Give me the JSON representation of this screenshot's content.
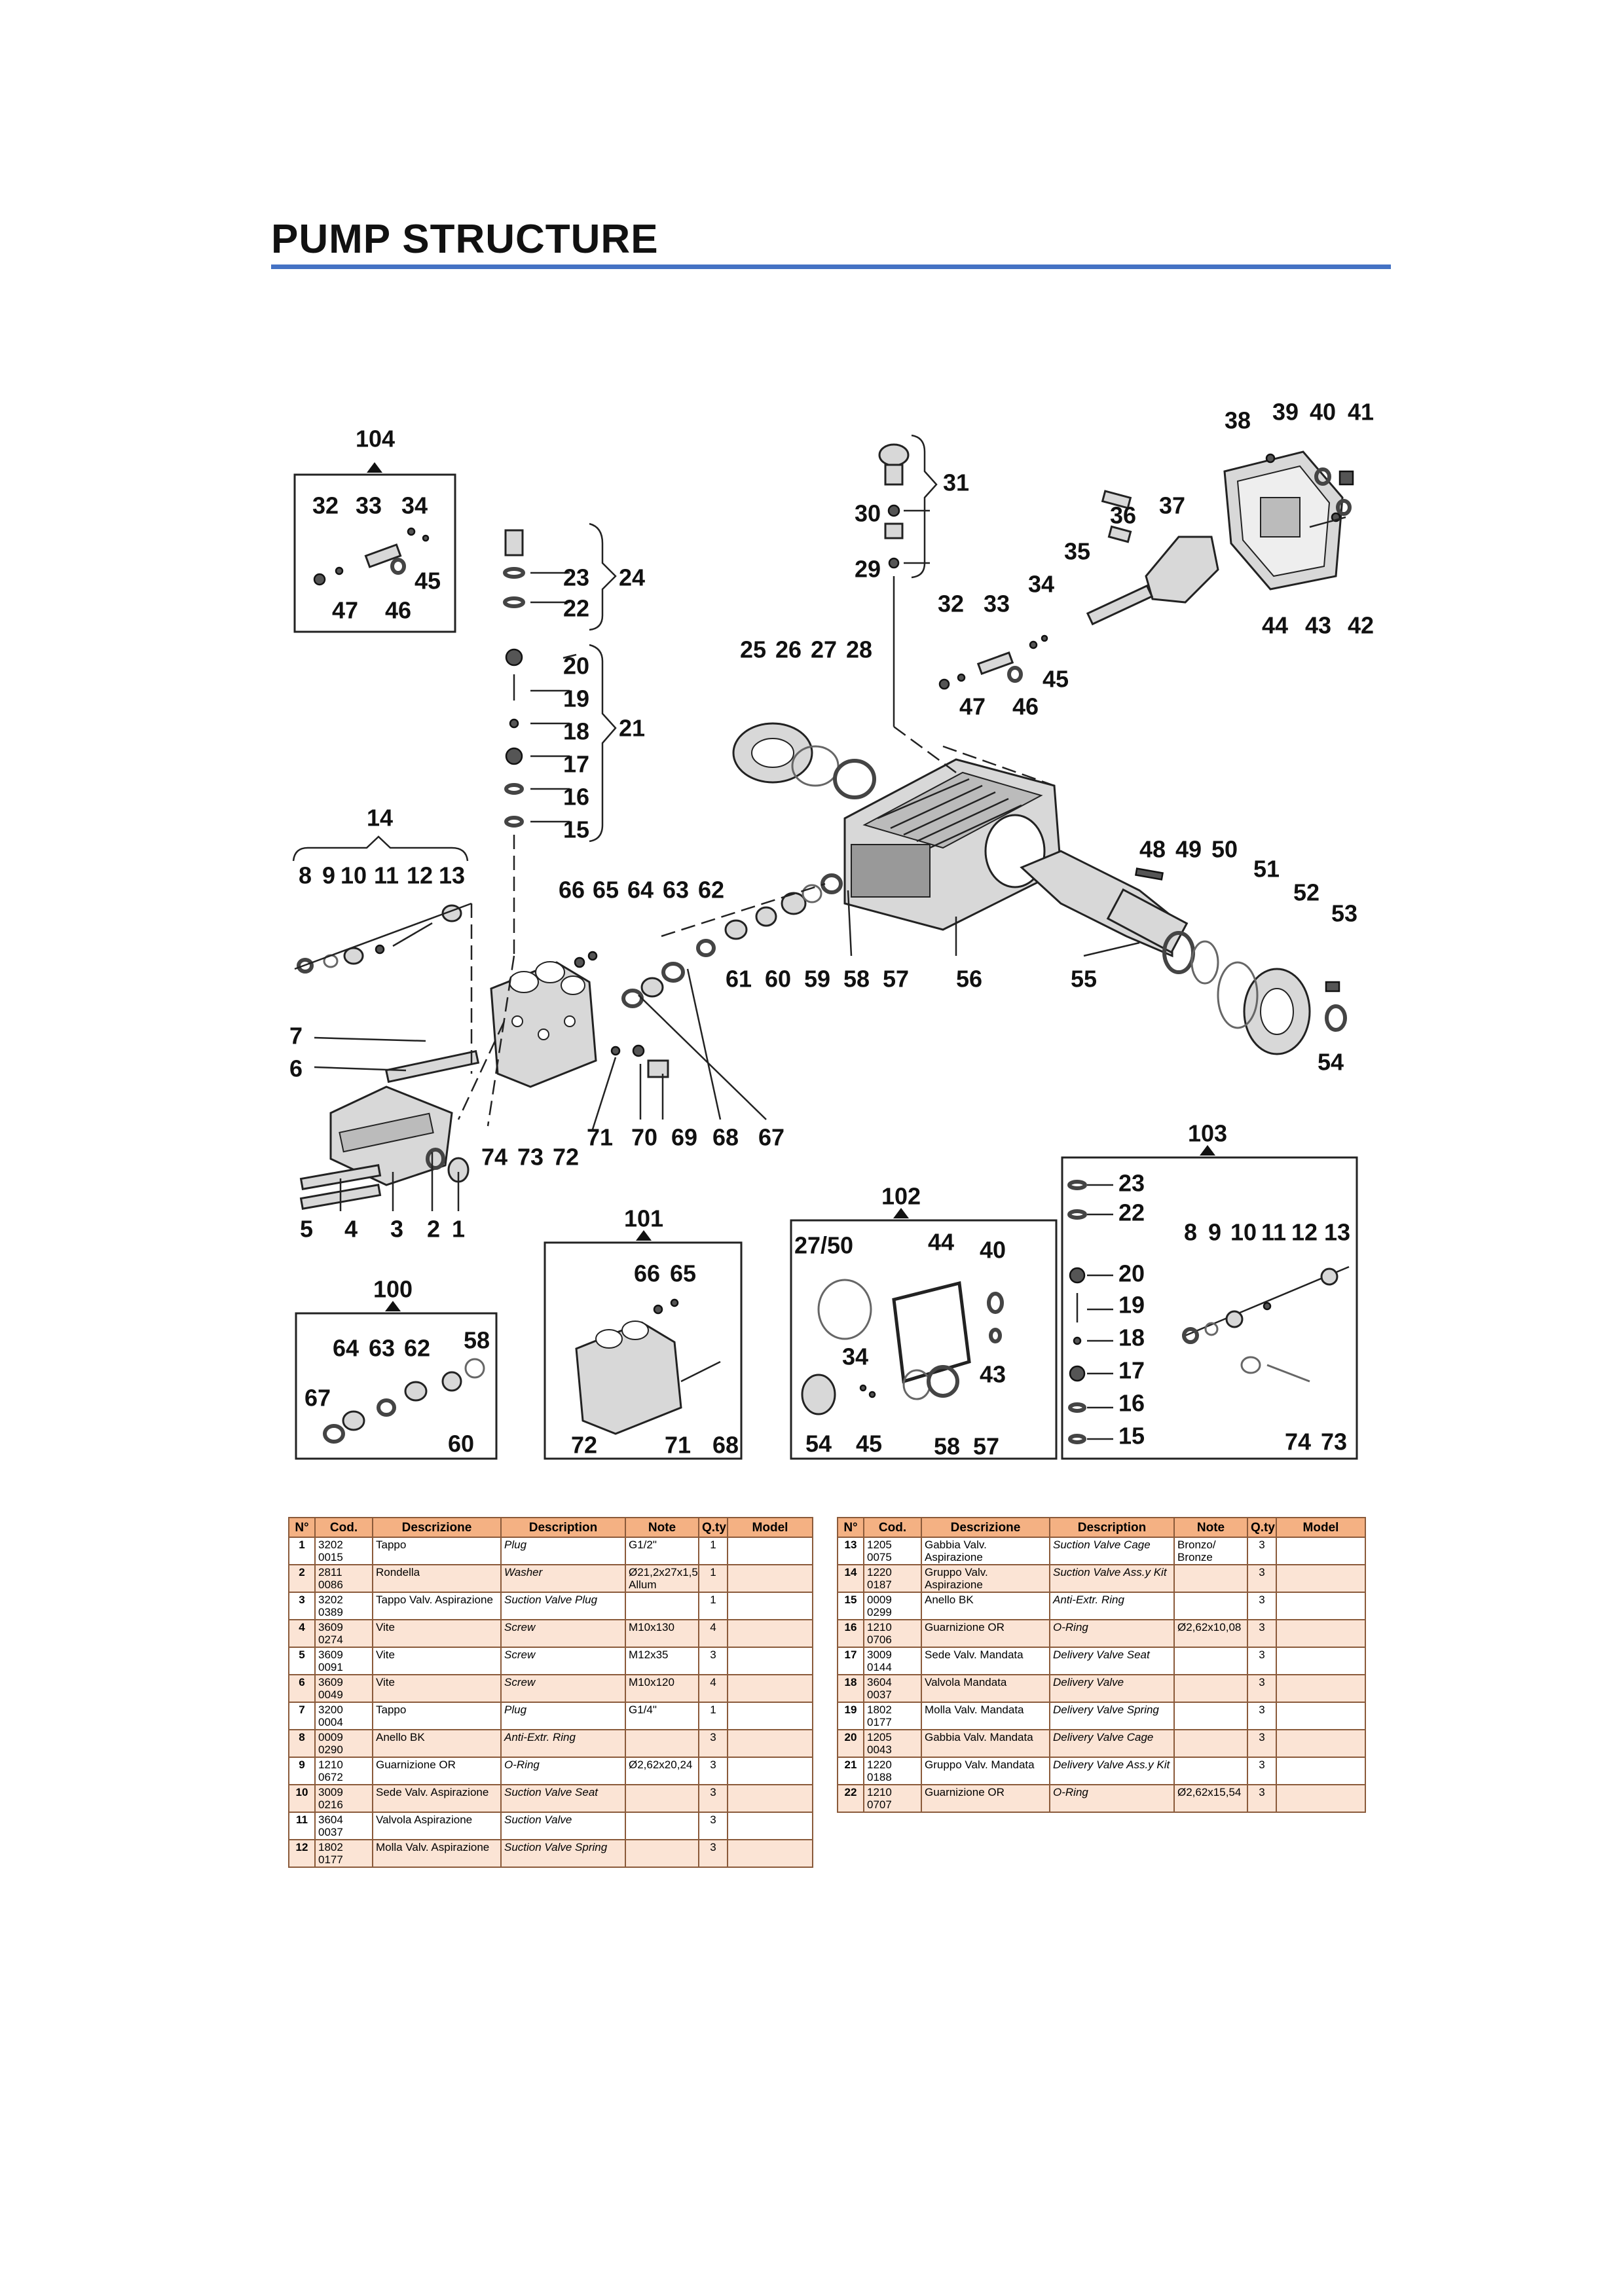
{
  "page": {
    "title": "PUMP STRUCTURE"
  },
  "diagram": {
    "callouts": [
      "1",
      "2",
      "3",
      "4",
      "5",
      "6",
      "7",
      "8",
      "9",
      "10",
      "11",
      "12",
      "13",
      "14",
      "15",
      "16",
      "17",
      "18",
      "19",
      "20",
      "21",
      "22",
      "23",
      "24",
      "25",
      "26",
      "27",
      "28",
      "29",
      "30",
      "31",
      "32",
      "33",
      "34",
      "35",
      "36",
      "37",
      "38",
      "39",
      "40",
      "41",
      "42",
      "43",
      "44",
      "45",
      "46",
      "47",
      "48",
      "49",
      "50",
      "51",
      "52",
      "53",
      "54",
      "55",
      "56",
      "57",
      "58",
      "59",
      "60",
      "61",
      "62",
      "63",
      "64",
      "65",
      "66",
      "67",
      "68",
      "69",
      "70",
      "71",
      "72",
      "73",
      "74"
    ],
    "kits": {
      "k100": {
        "number": "100",
        "labels": [
          "64",
          "63",
          "62",
          "58",
          "67",
          "60"
        ]
      },
      "k101": {
        "number": "101",
        "labels": [
          "66",
          "65",
          "72",
          "71",
          "68"
        ]
      },
      "k102": {
        "number": "102",
        "labels": [
          "27/50",
          "44",
          "40",
          "43",
          "34",
          "54",
          "45",
          "58",
          "57"
        ]
      },
      "k103": {
        "number": "103",
        "labels": [
          "23",
          "22",
          "20",
          "19",
          "18",
          "17",
          "16",
          "15",
          "8",
          "9",
          "10",
          "11",
          "12",
          "13",
          "74",
          "73"
        ]
      },
      "k104": {
        "number": "104",
        "labels": [
          "32",
          "33",
          "34",
          "45",
          "47",
          "46"
        ]
      }
    }
  },
  "tables": {
    "headers": [
      "N°",
      "Cod.",
      "Descrizione",
      "Description",
      "Note",
      "Q.ty",
      "Model"
    ],
    "left": [
      {
        "n": "1",
        "cod": "3202 0015",
        "desc": "Tappo",
        "en": "Plug",
        "note": "G1/2\"",
        "qty": "1"
      },
      {
        "n": "2",
        "cod": "2811 0086",
        "desc": "Rondella",
        "en": "Washer",
        "note": "Ø21,2x27x1,5 Allum",
        "qty": "1"
      },
      {
        "n": "3",
        "cod": "3202 0389",
        "desc": "Tappo Valv. Aspirazione",
        "en": "Suction Valve Plug",
        "note": "",
        "qty": "1"
      },
      {
        "n": "4",
        "cod": "3609 0274",
        "desc": "Vite",
        "en": "Screw",
        "note": "M10x130",
        "qty": "4"
      },
      {
        "n": "5",
        "cod": "3609 0091",
        "desc": "Vite",
        "en": "Screw",
        "note": "M12x35",
        "qty": "3"
      },
      {
        "n": "6",
        "cod": "3609 0049",
        "desc": "Vite",
        "en": "Screw",
        "note": "M10x120",
        "qty": "4"
      },
      {
        "n": "7",
        "cod": "3200 0004",
        "desc": "Tappo",
        "en": "Plug",
        "note": "G1/4\"",
        "qty": "1"
      },
      {
        "n": "8",
        "cod": "0009 0290",
        "desc": "Anello BK",
        "en": "Anti-Extr. Ring",
        "note": "",
        "qty": "3"
      },
      {
        "n": "9",
        "cod": "1210 0672",
        "desc": "Guarnizione OR",
        "en": "O-Ring",
        "note": "Ø2,62x20,24",
        "qty": "3"
      },
      {
        "n": "10",
        "cod": "3009 0216",
        "desc": "Sede Valv. Aspirazione",
        "en": "Suction Valve Seat",
        "note": "",
        "qty": "3"
      },
      {
        "n": "11",
        "cod": "3604 0037",
        "desc": "Valvola Aspirazione",
        "en": "Suction Valve",
        "note": "",
        "qty": "3"
      },
      {
        "n": "12",
        "cod": "1802 0177",
        "desc": "Molla Valv. Aspirazione",
        "en": "Suction Valve Spring",
        "note": "",
        "qty": "3"
      }
    ],
    "right": [
      {
        "n": "13",
        "cod": "1205 0075",
        "desc": "Gabbia Valv. Aspirazione",
        "en": "Suction Valve Cage",
        "note": "Bronzo/ Bronze",
        "qty": "3"
      },
      {
        "n": "14",
        "cod": "1220 0187",
        "desc": "Gruppo Valv. Aspirazione",
        "en": "Suction Valve Ass.y Kit",
        "note": "",
        "qty": "3"
      },
      {
        "n": "15",
        "cod": "0009 0299",
        "desc": "Anello BK",
        "en": "Anti-Extr. Ring",
        "note": "",
        "qty": "3"
      },
      {
        "n": "16",
        "cod": "1210 0706",
        "desc": "Guarnizione OR",
        "en": "O-Ring",
        "note": "Ø2,62x10,08",
        "qty": "3"
      },
      {
        "n": "17",
        "cod": "3009 0144",
        "desc": "Sede Valv. Mandata",
        "en": "Delivery Valve Seat",
        "note": "",
        "qty": "3"
      },
      {
        "n": "18",
        "cod": "3604 0037",
        "desc": "Valvola Mandata",
        "en": "Delivery Valve",
        "note": "",
        "qty": "3"
      },
      {
        "n": "19",
        "cod": "1802 0177",
        "desc": "Molla Valv. Mandata",
        "en": "Delivery Valve Spring",
        "note": "",
        "qty": "3"
      },
      {
        "n": "20",
        "cod": "1205 0043",
        "desc": "Gabbia Valv. Mandata",
        "en": "Delivery Valve Cage",
        "note": "",
        "qty": "3"
      },
      {
        "n": "21",
        "cod": "1220 0188",
        "desc": "Gruppo Valv. Mandata",
        "en": "Delivery Valve Ass.y Kit",
        "note": "",
        "qty": "3"
      },
      {
        "n": "22",
        "cod": "1210 0707",
        "desc": "Guarnizione OR",
        "en": "O-Ring",
        "note": "Ø2,62x15,54",
        "qty": "3"
      }
    ]
  }
}
